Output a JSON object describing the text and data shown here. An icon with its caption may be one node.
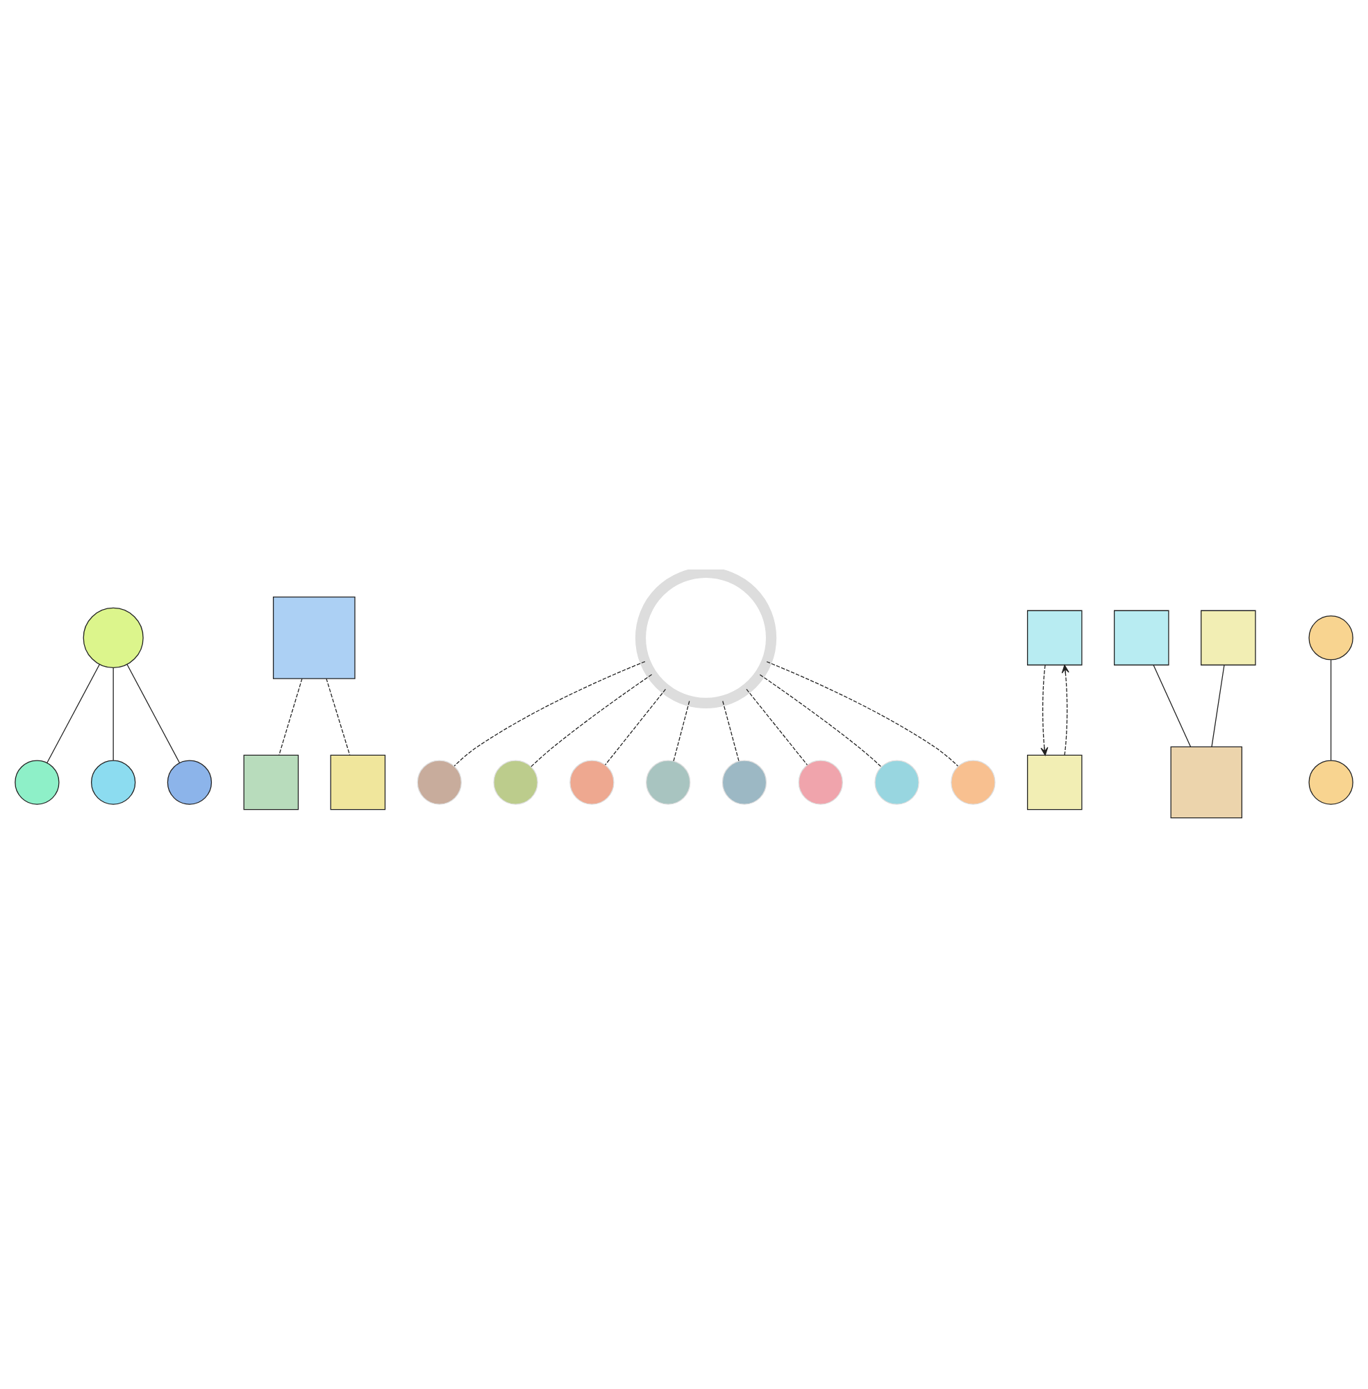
{
  "diagram": {
    "nodes": [
      {
        "text": [],
        "shape": "circle"
      },
      {
        "text": [],
        "shape": "circle"
      },
      {
        "text": [],
        "shape": "circle"
      },
      {
        "text": [],
        "shape": "circle"
      },
      {
        "text": [],
        "shape": "box"
      },
      {
        "text": [],
        "shape": "box"
      },
      {
        "text": [],
        "shape": "box"
      },
      {
        "text": [],
        "shape": "circle"
      },
      {
        "text": [],
        "shape": "circle"
      },
      {
        "text": [],
        "shape": "circle"
      },
      {
        "text": [],
        "shape": "circle"
      },
      {
        "text": [],
        "shape": "circle"
      },
      {
        "text": [],
        "shape": "circle"
      },
      {
        "text": [],
        "shape": "circle"
      },
      {
        "text": [],
        "shape": "circle"
      },
      {
        "text": [],
        "shape": "circle"
      },
      {
        "text": [],
        "shape": "box"
      },
      {
        "text": [],
        "shape": "box"
      },
      {
        "text": [],
        "shape": "box"
      },
      {
        "text": [],
        "shape": "box"
      },
      {
        "text": [],
        "shape": "box"
      },
      {
        "text": [],
        "shape": "circle"
      },
      {
        "text": [],
        "shape": "circle"
      }
    ],
    "edges": [
      {
        "from": 0,
        "to": 1,
        "arrow": "none"
      },
      {
        "from": 0,
        "to": 2,
        "arrow": "none"
      },
      {
        "from": 0,
        "to": 3,
        "arrow": "none"
      },
      {
        "from": 4,
        "to": 5,
        "arrow": "none",
        "style": "dashed"
      },
      {
        "from": 4,
        "to": 6,
        "arrow": "none",
        "style": "dashed"
      },
      {
        "from": 7,
        "to": 8,
        "arrow": "none",
        "style": "dashed"
      },
      {
        "from": 7,
        "to": 9,
        "arrow": "none",
        "style": "dashed"
      },
      {
        "from": 7,
        "to": 10,
        "arrow": "none",
        "style": "dashed"
      },
      {
        "from": 7,
        "to": 11,
        "arrow": "none",
        "style": "dashed"
      },
      {
        "from": 7,
        "to": 12,
        "arrow": "none",
        "style": "dashed"
      },
      {
        "from": 7,
        "to": 13,
        "arrow": "none",
        "style": "dashed"
      },
      {
        "from": 7,
        "to": 14,
        "arrow": "none",
        "style": "dashed"
      },
      {
        "from": 7,
        "to": 15,
        "arrow": "none",
        "style": "dashed"
      },
      {
        "from": 16,
        "to": 17,
        "arrow": "to",
        "style": "dashed"
      },
      {
        "from": 17,
        "to": 16,
        "arrow": "to",
        "style": "dashed"
      },
      {
        "from": 18,
        "to": 20,
        "arrow": "none"
      },
      {
        "from": 19,
        "to": 20,
        "arrow": "none"
      },
      {
        "from": 21,
        "to": 22,
        "arrow": "none"
      }
    ]
  }
}
